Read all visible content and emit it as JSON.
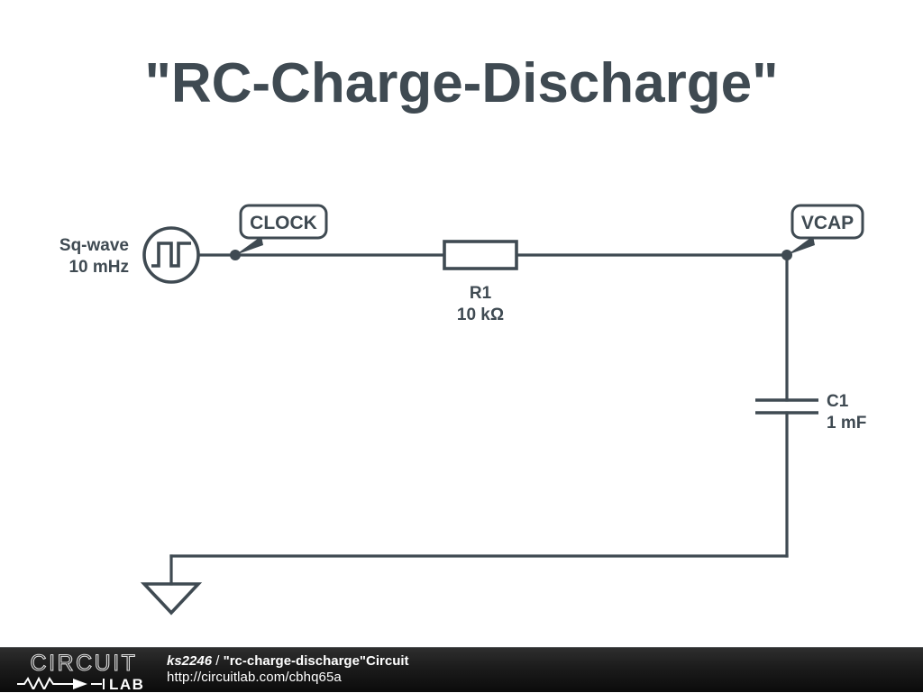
{
  "schematic": {
    "title": "\"RC-Charge-Discharge\"",
    "source": {
      "name": "source-square-wave",
      "label_line1": "Sq-wave",
      "label_line2": "10 mHz",
      "symbol": "square-wave-source-icon"
    },
    "resistor": {
      "name": "R1",
      "value": "10 kΩ",
      "symbol": "resistor-box-icon"
    },
    "capacitor": {
      "name": "C1",
      "value": "1 mF",
      "symbol": "capacitor-icon"
    },
    "ground": {
      "symbol": "ground-triangle-icon"
    },
    "node_labels": [
      {
        "id": "clock",
        "text": "CLOCK"
      },
      {
        "id": "vcap",
        "text": "VCAP"
      }
    ],
    "colors": {
      "ink": "#3f4a52",
      "background": "#ffffff"
    }
  },
  "footer": {
    "logo": {
      "word_top": "CIRCUIT",
      "word_bottom": "LAB",
      "symbols": "resistor-diode-icon"
    },
    "author": "ks2246",
    "separator": " / ",
    "circuit_name": "\"rc-charge-discharge\"Circuit",
    "url": "http://circuitlab.com/cbhq65a",
    "colors": {
      "background_top": "#2e2e2e",
      "background_bottom": "#0b0b0b",
      "text": "#ffffff"
    }
  }
}
